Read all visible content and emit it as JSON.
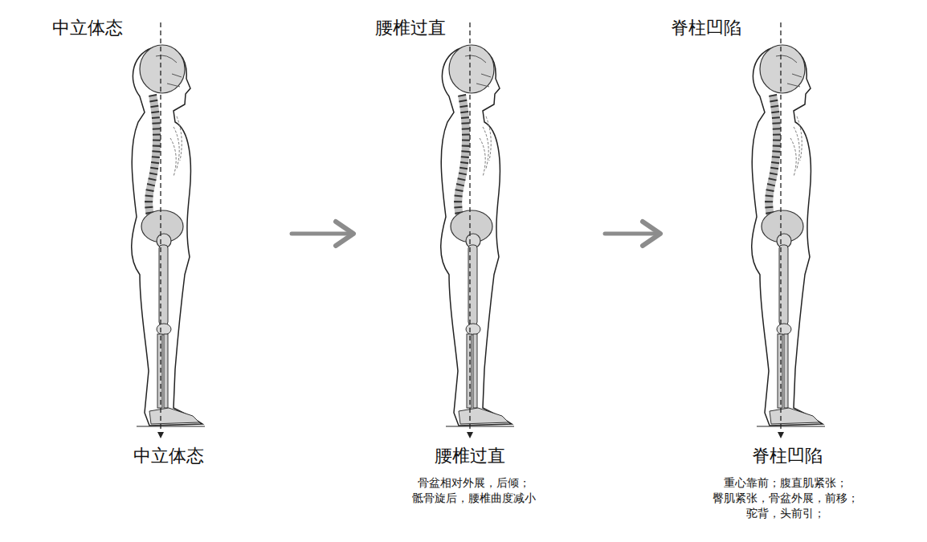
{
  "diagram": {
    "nodes": [
      {
        "text": [
          "中立体态",
          "中立体态"
        ]
      },
      {
        "text": [
          "腰椎过直",
          "腰椎过直",
          "骨盆相对外展，后倾； 骶骨旋后，腰椎曲度减小"
        ]
      },
      {
        "text": [
          "脊柱凹陷",
          "脊柱凹陷",
          "重心靠前；腹直肌紧张； 臀肌紧张，骨盆外展，前移； 驼背，头前引；"
        ]
      }
    ],
    "edges": [
      {
        "from": 0,
        "to": 1,
        "arrow": "to"
      },
      {
        "from": 1,
        "to": 2,
        "arrow": "to"
      }
    ]
  }
}
